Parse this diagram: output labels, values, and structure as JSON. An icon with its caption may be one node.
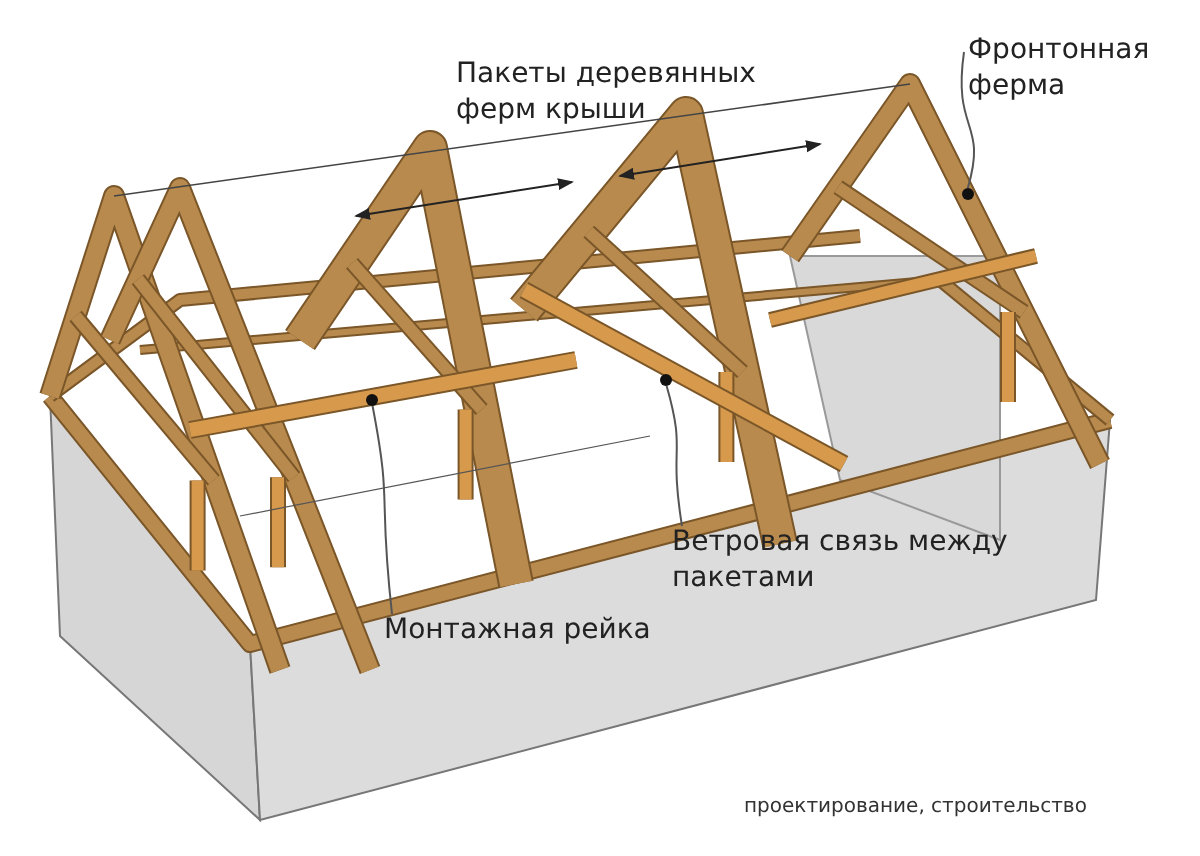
{
  "diagram": {
    "nodes": [
      {
        "text": [
          "Пакеты деревянных ферм крыши"
        ]
      },
      {
        "text": [
          "Фронтонная ферма"
        ]
      },
      {
        "text": [],
        "shape": "circle"
      },
      {
        "text": [
          "Ветровая связь между пакетами"
        ]
      },
      {
        "text": [],
        "shape": "circle"
      },
      {
        "text": [
          "Монтажная рейка"
        ]
      },
      {
        "text": [],
        "shape": "circle"
      }
    ],
    "edges": [
      {
        "from": 1,
        "to": 2,
        "arrow": "none"
      },
      {
        "from": 3,
        "to": 4,
        "arrow": "none"
      },
      {
        "from": 5,
        "to": 6,
        "arrow": "none"
      }
    ],
    "labels": [
      "проектирование, строительство"
    ]
  }
}
